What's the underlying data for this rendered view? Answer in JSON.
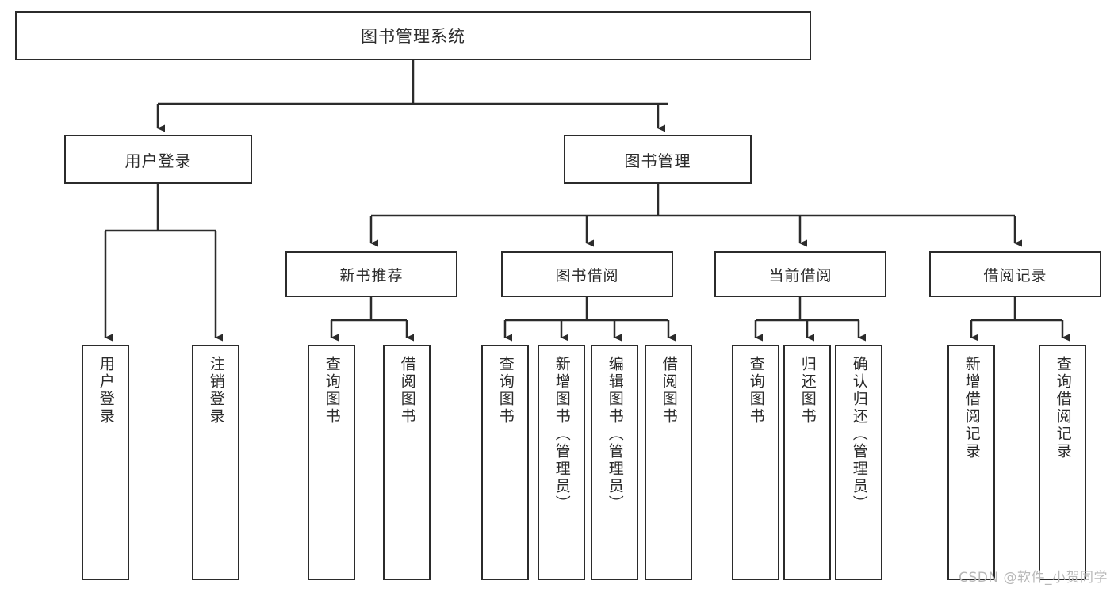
{
  "diagram": {
    "title": "图书管理系统",
    "type": "tree",
    "watermark": "CSDN @软件_小贺同学",
    "colors": {
      "box_border": "#2b2b2b",
      "box_fill": "#ffffff",
      "text": "#2b2b2b",
      "edge": "#2b2b2b",
      "watermark": "#b8b8b8",
      "background": "#ffffff"
    },
    "root": {
      "label": "图书管理系统"
    },
    "level2": [
      {
        "label": "用户登录"
      },
      {
        "label": "图书管理"
      }
    ],
    "level3": [
      {
        "label": "新书推荐"
      },
      {
        "label": "图书借阅"
      },
      {
        "label": "当前借阅"
      },
      {
        "label": "借阅记录"
      }
    ],
    "leaves": {
      "user_login": [
        {
          "label": "用户登录"
        },
        {
          "label": "注销登录"
        }
      ],
      "new_book_recommend": [
        {
          "label": "查询图书"
        },
        {
          "label": "借阅图书"
        }
      ],
      "book_borrow": [
        {
          "label": "查询图书"
        },
        {
          "label": "新增图书（管理员）"
        },
        {
          "label": "编辑图书（管理员）"
        },
        {
          "label": "借阅图书"
        }
      ],
      "current_borrow": [
        {
          "label": "查询图书"
        },
        {
          "label": "归还图书"
        },
        {
          "label": "确认归还（管理员）"
        }
      ],
      "borrow_records": [
        {
          "label": "新增借阅记录"
        },
        {
          "label": "查询借阅记录"
        }
      ]
    }
  }
}
